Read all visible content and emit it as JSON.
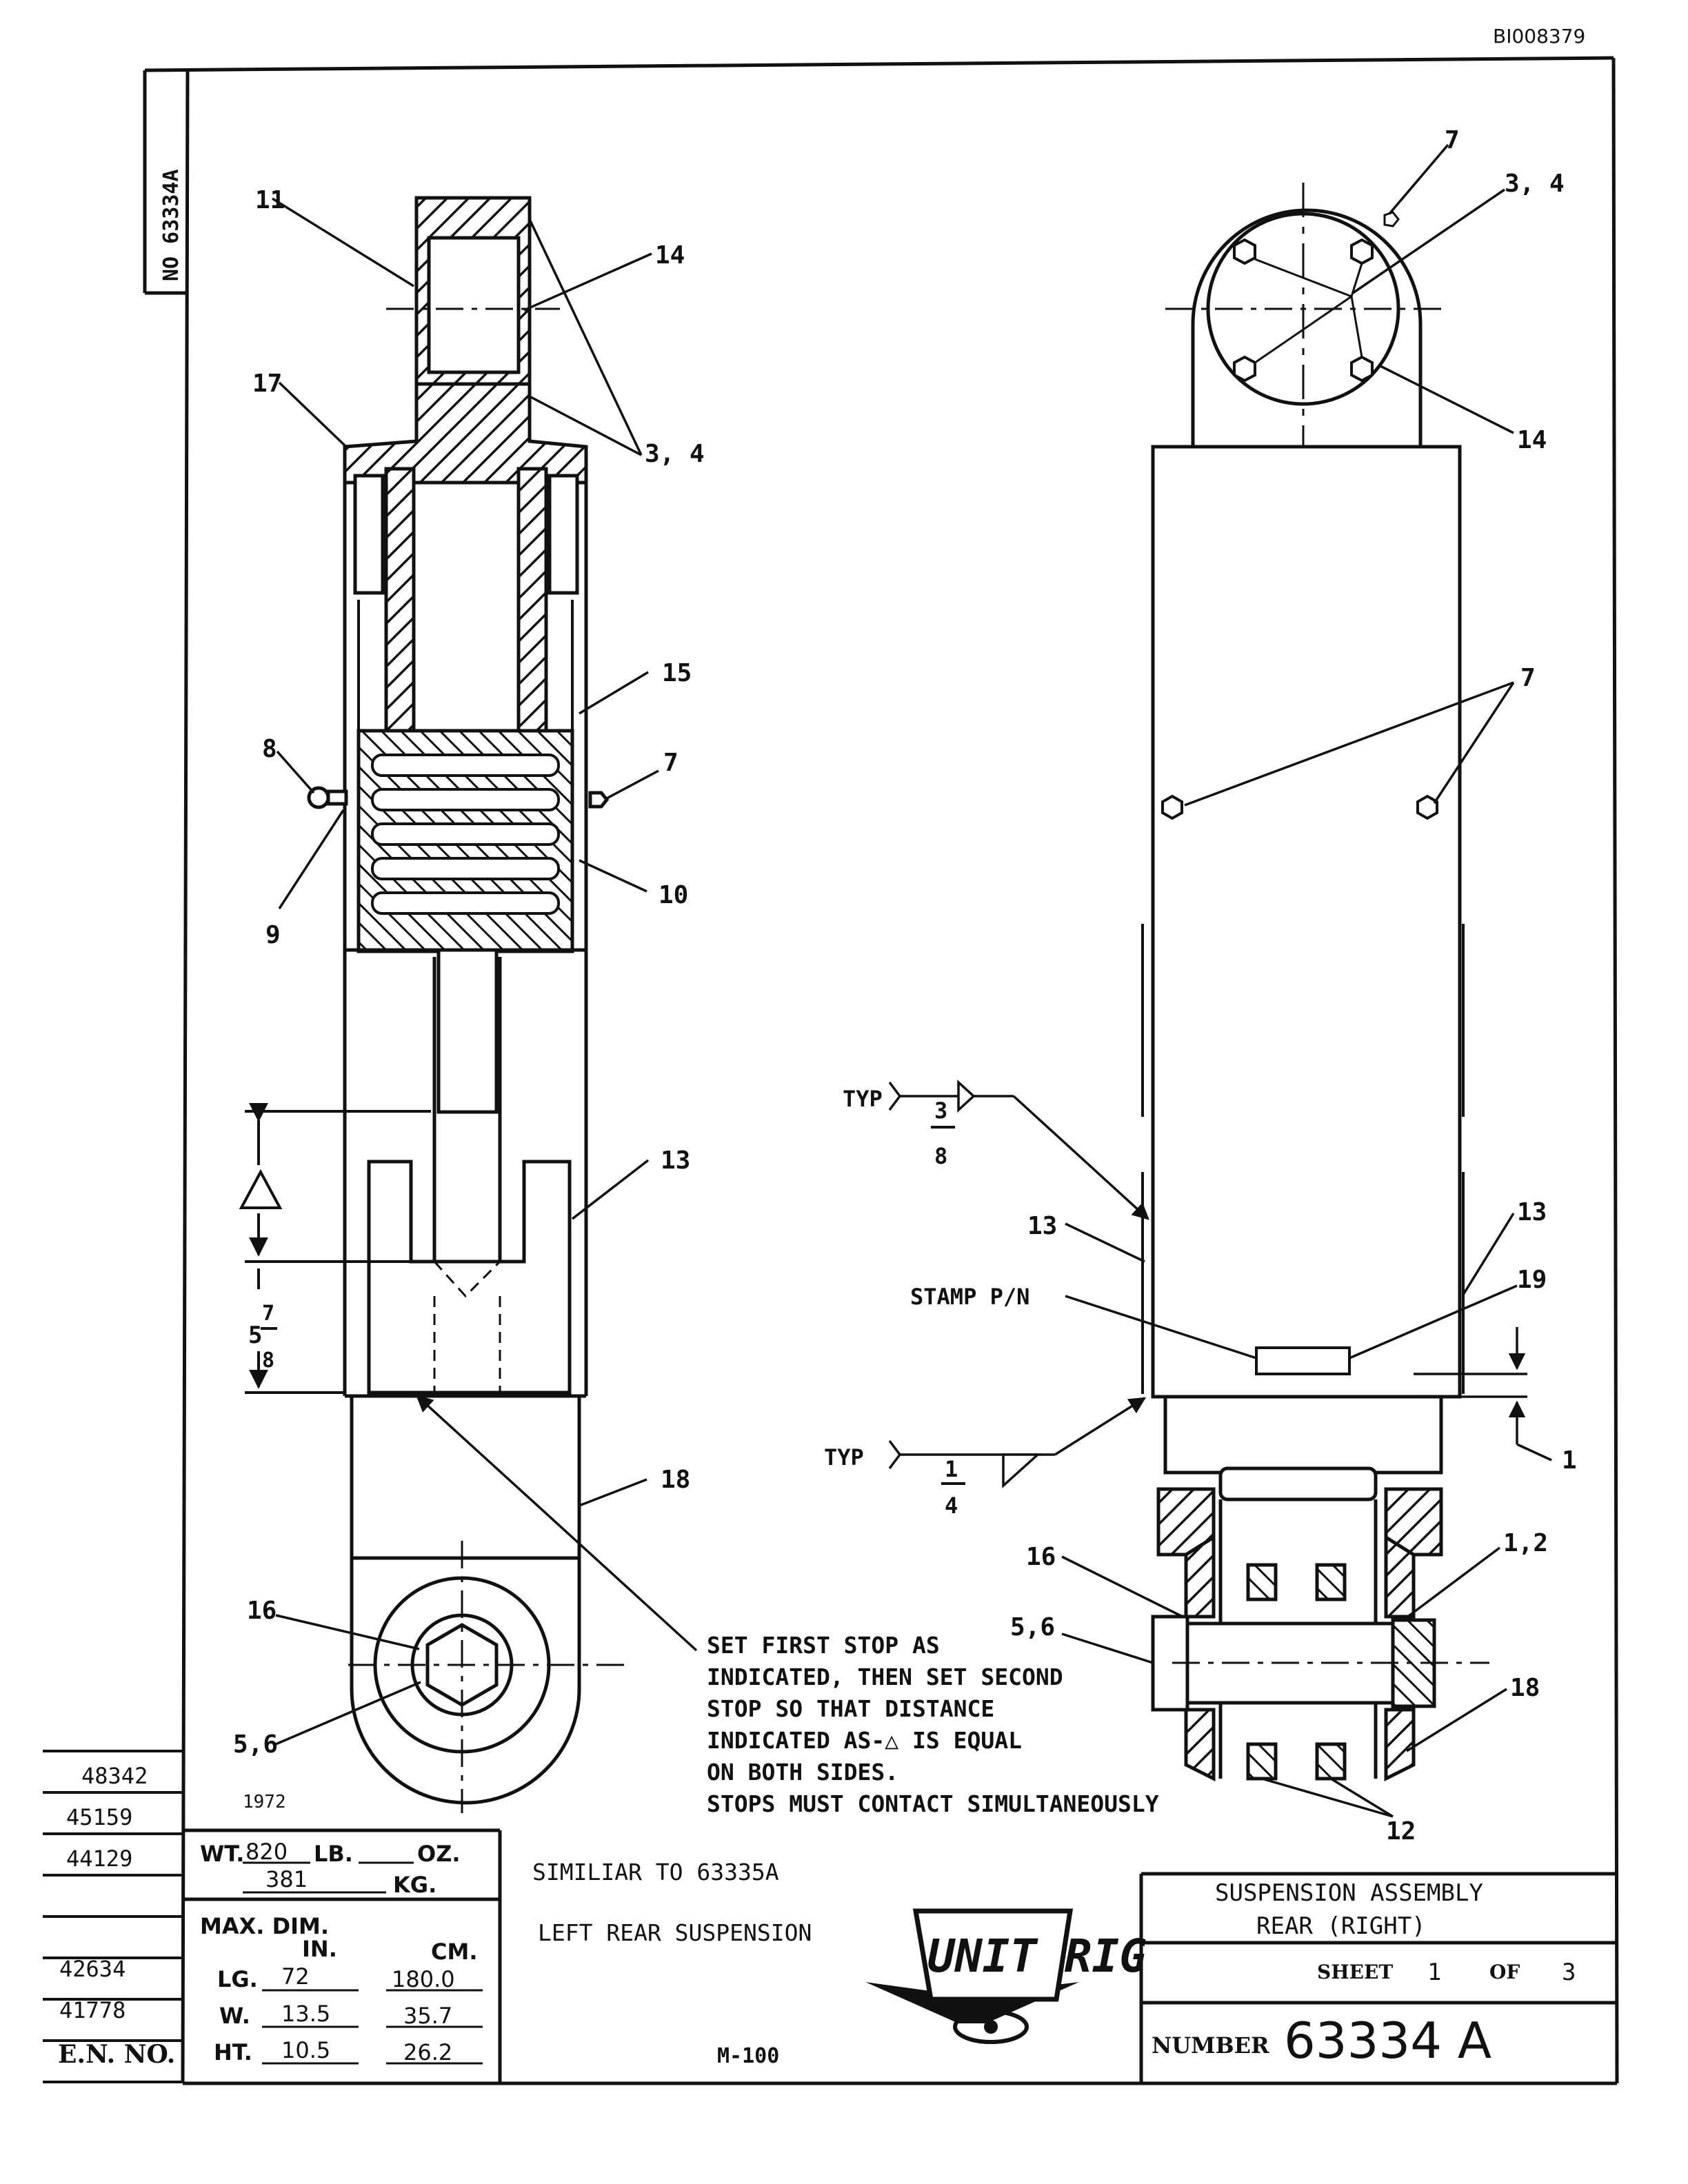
{
  "doc_id": "BI008379",
  "vertical_number": "NO 63334A",
  "callouts": {
    "left_11": "11",
    "left_14": "14",
    "left_17": "17",
    "left_34": "3, 4",
    "left_15": "15",
    "left_8": "8",
    "left_7": "7",
    "left_9": "9",
    "left_10": "10",
    "left_13": "13",
    "left_18": "18",
    "left_16": "16",
    "left_56": "5,6",
    "right_7_top": "7",
    "right_34": "3, 4",
    "right_14": "14",
    "right_7_mid": "7",
    "right_13_left": "13",
    "right_13_right": "13",
    "right_19": "19",
    "right_1": "1",
    "right_16": "16",
    "right_56": "5,6",
    "right_12": "1,2",
    "right_18": "18",
    "right_12b": "12"
  },
  "dim": {
    "delta": "△",
    "five": "5",
    "seven": "7",
    "eight": "8"
  },
  "weld": {
    "typ1": "TYP",
    "frac1_num": "3",
    "frac1_den": "8",
    "typ2": "TYP",
    "frac2_num": "1",
    "frac2_den": "4",
    "stamp": "STAMP   P/N"
  },
  "note": [
    "SET FIRST STOP AS",
    "INDICATED, THEN SET SECOND",
    "STOP SO THAT DISTANCE",
    "INDICATED AS-△ IS EQUAL",
    "ON BOTH SIDES.",
    "STOPS MUST CONTACT SIMULTANEOUSLY"
  ],
  "en_numbers": [
    "48342",
    "45159",
    "44129",
    "",
    "42634",
    "41778"
  ],
  "en_label": "E.N. NO.",
  "year": "1972",
  "weight": {
    "wt_label": "WT.",
    "lb_value": "820",
    "lb_label": "LB.",
    "oz_label": "OZ.",
    "kg_value": "381",
    "kg_label": "KG."
  },
  "maxdim": {
    "title": "MAX. DIM.",
    "in_label": "IN.",
    "cm_label": "CM.",
    "lg_label": "LG.",
    "lg_in": "72",
    "lg_cm": "180.0",
    "w_label": "W.",
    "w_in": "13.5",
    "w_cm": "35.7",
    "ht_label": "HT.",
    "ht_in": "10.5",
    "ht_cm": "26.2"
  },
  "similar_to": "SIMILIAR TO 63335A",
  "left_rear": "LEFT REAR   SUSPENSION",
  "model": "M-100",
  "logo_text": "UNIT RIG",
  "title_block": {
    "line1": "SUSPENSION ASSEMBLY",
    "line2": "REAR (RIGHT)",
    "sheet_label": "SHEET",
    "sheet_num": "1",
    "of_label": "OF",
    "sheet_total": "3",
    "number_label": "NUMBER",
    "number_value": "63334 A"
  }
}
